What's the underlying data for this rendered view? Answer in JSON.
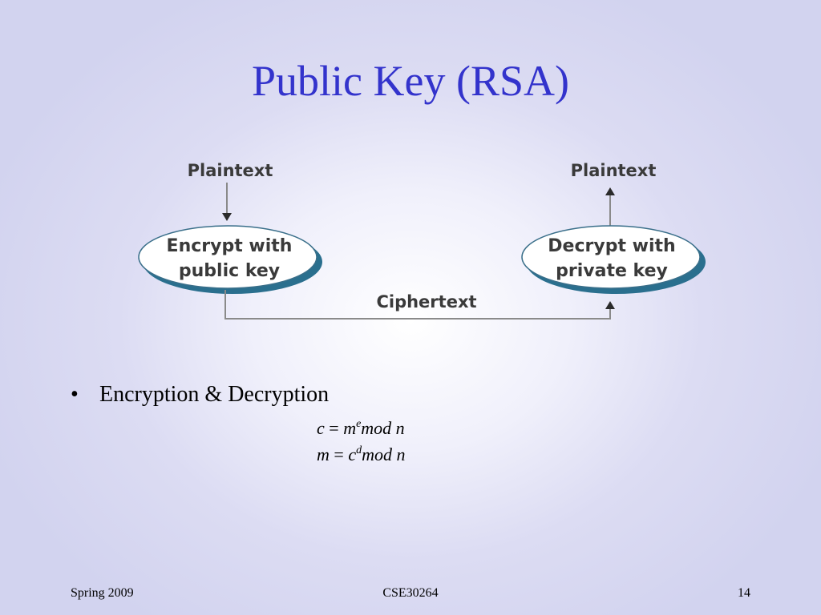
{
  "slide": {
    "title": "Public Key (RSA)"
  },
  "diagram": {
    "plaintext_left": "Plaintext",
    "plaintext_right": "Plaintext",
    "encrypt_line1": "Encrypt with",
    "encrypt_line2": "public key",
    "decrypt_line1": "Decrypt with",
    "decrypt_line2": "private key",
    "ciphertext": "Ciphertext"
  },
  "body": {
    "bullet": "•",
    "heading": "Encryption & Decryption",
    "formula1": {
      "lhs": "c",
      "eq": " = ",
      "base": "m",
      "exp": "e",
      "rest": "mod n"
    },
    "formula2": {
      "lhs": "m",
      "eq": " = ",
      "base": "c",
      "exp": "d",
      "rest": "mod n"
    }
  },
  "footer": {
    "left": "Spring 2009",
    "center": "CSE30264",
    "right": "14"
  },
  "colors": {
    "title": "#3333cc",
    "ellipse_fill": "#ffffff",
    "ellipse_shadow": "#2a6f8e",
    "diagram_line": "#8a8a8a",
    "diagram_text": "#3a3a3a"
  }
}
